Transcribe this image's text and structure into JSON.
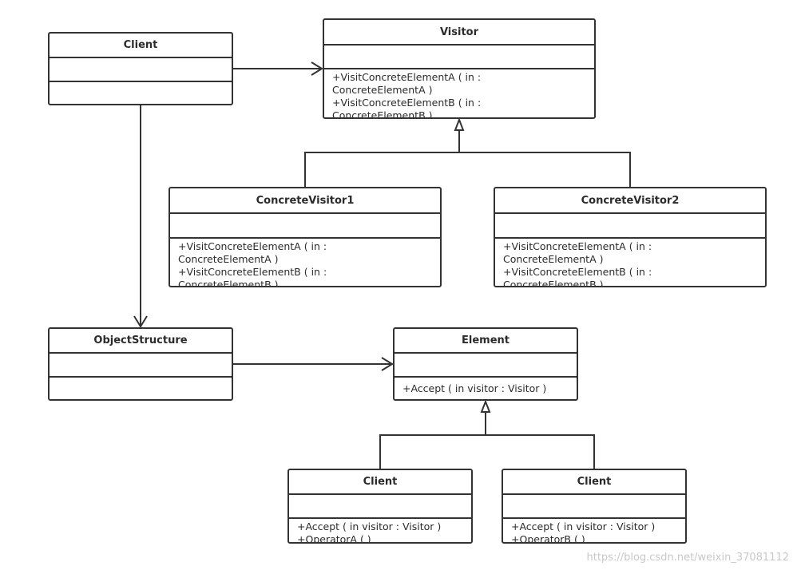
{
  "classes": {
    "client": {
      "name": "Client",
      "operations": []
    },
    "visitor": {
      "name": "Visitor",
      "operations": [
        "+VisitConcreteElementA ( in :",
        "ConcreteElementA )",
        "+VisitConcreteElementB ( in :",
        "ConcreteElementB )"
      ]
    },
    "concrete_visitor1": {
      "name": "ConcreteVisitor1",
      "operations": [
        "+VisitConcreteElementA ( in :",
        "ConcreteElementA )",
        "+VisitConcreteElementB ( in :",
        "ConcreteElementB )"
      ]
    },
    "concrete_visitor2": {
      "name": "ConcreteVisitor2",
      "operations": [
        "+VisitConcreteElementA ( in :",
        "ConcreteElementA )",
        "+VisitConcreteElementB ( in :",
        "ConcreteElementB )"
      ]
    },
    "object_structure": {
      "name": "ObjectStructure",
      "operations": []
    },
    "element": {
      "name": "Element",
      "operations": [
        "+Accept ( in visitor : Visitor )"
      ]
    },
    "client_a": {
      "name": "Client",
      "operations": [
        "+Accept ( in visitor : Visitor )",
        "+OperatorA (  )"
      ]
    },
    "client_b": {
      "name": "Client",
      "operations": [
        "+Accept ( in visitor : Visitor )",
        "+OperatorB (  )"
      ]
    }
  },
  "watermark": "https://blog.csdn.net/weixin_37081112"
}
